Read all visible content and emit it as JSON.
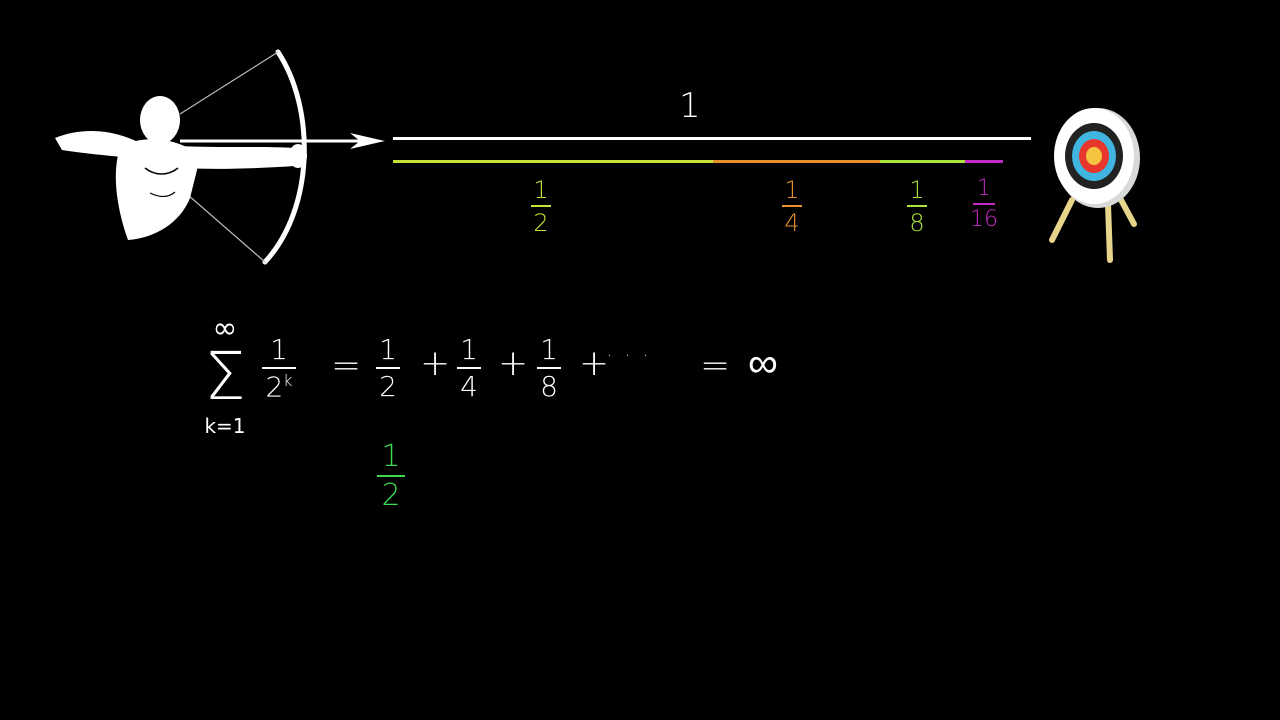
{
  "colors": {
    "background": "#000000",
    "main_line": "#ffffff",
    "half": "#c6e23a",
    "quarter": "#e8902c",
    "eighth": "#a9e33c",
    "sixteenth": "#c42ac4",
    "green_fraction": "#3fd94f",
    "target_red": "#e7362c",
    "target_blue": "#3fb5e0",
    "target_yellow": "#f5c542",
    "easel": "#e6d58a"
  },
  "distance": {
    "total_label": "1"
  },
  "segments": [
    {
      "num": "1",
      "den": "2",
      "color": "#c6e23a"
    },
    {
      "num": "1",
      "den": "4",
      "color": "#e8902c"
    },
    {
      "num": "1",
      "den": "8",
      "color": "#a9e33c"
    },
    {
      "num": "1",
      "den": "16",
      "color": "#c42ac4"
    }
  ],
  "equation": {
    "sigma_upper": "∞",
    "sigma_lower": "k=1",
    "summand_num": "1",
    "summand_den": "2",
    "summand_exp": "k",
    "equals1": "=",
    "term1_num": "1",
    "term1_den": "2",
    "plus1": "+",
    "term2_num": "1",
    "term2_den": "4",
    "plus2": "+",
    "term3_num": "1",
    "term3_den": "8",
    "plus3": "+",
    "dots": "· · ·",
    "equals2": "=",
    "result": "∞"
  },
  "green_fraction": {
    "num": "1",
    "den": "2"
  },
  "icons": {
    "archer": "archer-with-bow-icon",
    "arrow": "arrow-icon",
    "target": "archery-target-icon"
  }
}
